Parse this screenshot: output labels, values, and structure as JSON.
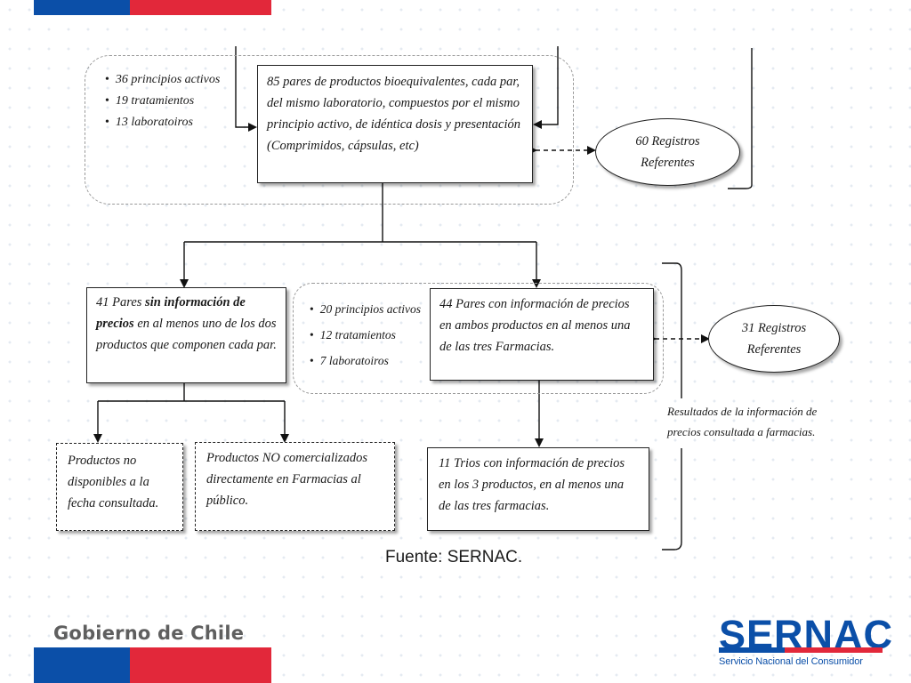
{
  "diagram": {
    "top_bullets": [
      "36 principios activos",
      "19 tratamientos",
      "13 laboratoiros"
    ],
    "main_box": "85 pares de productos bioequivalentes, cada par, del mismo laboratorio, compuestos por el mismo principio activo, de idéntica dosis y presentación (Comprimidos, cápsulas, etc)",
    "top_ellipse": "60 Registros Referentes",
    "left_box": {
      "prefix": "41 Pares ",
      "bold": "sin información de precios",
      "suffix": " en al menos uno de los dos productos que componen cada par."
    },
    "mid_bullets": [
      "20 principios activos",
      "12 tratamientos",
      "7 laboratoiros"
    ],
    "right_box": "44 Pares con información de precios en ambos productos en al menos una de las tres Farmacias.",
    "right_ellipse": "31 Registros Referentes",
    "bracket_note": "Resultados de la información de precios consultada a farmacias.",
    "bottom_box_1": "Productos no disponibles a la fecha consultada.",
    "bottom_box_2": "Productos NO comercializados directamente en Farmacias al público.",
    "bottom_box_3": "11 Trios con información de precios en los 3 productos, en al menos una de las tres farmacias.",
    "source": "Fuente: SERNAC."
  },
  "footer": {
    "government": "Gobierno de Chile",
    "logo_word": "SERNAC",
    "logo_subtitle": "Servicio Nacional del Consumidor"
  },
  "colors": {
    "blue": "#0b4fa8",
    "red": "#e2283a",
    "gray_text": "#5f5f5f"
  }
}
